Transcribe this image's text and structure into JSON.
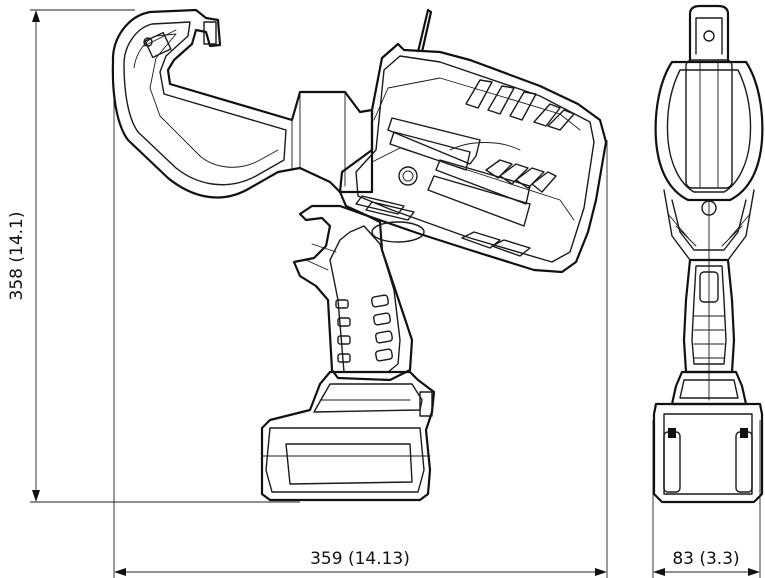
{
  "dimensions": {
    "height": "358 (14.1)",
    "length": "359 (14.13)",
    "width": "83 (3.3)"
  },
  "colors": {
    "line": "#1a1a1a",
    "background": "#ffffff"
  }
}
